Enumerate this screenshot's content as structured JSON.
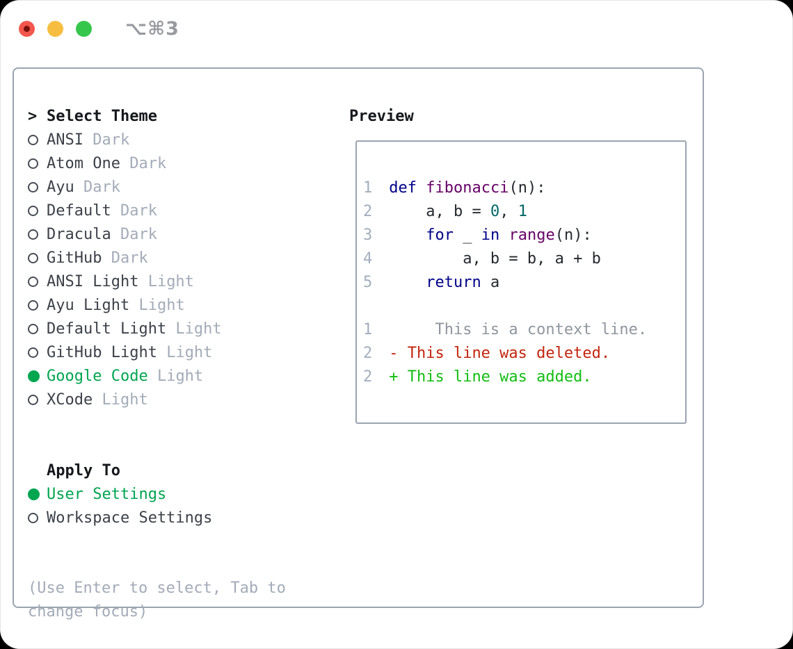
{
  "window": {
    "title": "⌥⌘3",
    "traffic_lights": [
      "close",
      "minimize",
      "zoom"
    ]
  },
  "theme_picker": {
    "prompt": ">",
    "title": "Select Theme",
    "items": [
      {
        "label": "ANSI",
        "variant": "Dark",
        "selected": false
      },
      {
        "label": "Atom One",
        "variant": "Dark",
        "selected": false
      },
      {
        "label": "Ayu",
        "variant": "Dark",
        "selected": false
      },
      {
        "label": "Default",
        "variant": "Dark",
        "selected": false
      },
      {
        "label": "Dracula",
        "variant": "Dark",
        "selected": false
      },
      {
        "label": "GitHub",
        "variant": "Dark",
        "selected": false
      },
      {
        "label": "ANSI Light",
        "variant": "Light",
        "selected": false
      },
      {
        "label": "Ayu Light",
        "variant": "Light",
        "selected": false
      },
      {
        "label": "Default Light",
        "variant": "Light",
        "selected": false
      },
      {
        "label": "GitHub Light",
        "variant": "Light",
        "selected": false
      },
      {
        "label": "Google Code",
        "variant": "Light",
        "selected": true
      },
      {
        "label": "XCode",
        "variant": "Light",
        "selected": false
      }
    ],
    "apply_to": {
      "title": "Apply To",
      "options": [
        {
          "label": "User Settings",
          "selected": true
        },
        {
          "label": "Workspace Settings",
          "selected": false
        }
      ]
    },
    "hint": "(Use Enter to select, Tab to change focus)"
  },
  "preview": {
    "title": "Preview",
    "code_lines": [
      {
        "num": "1",
        "tokens": [
          {
            "t": "def",
            "c": "keyword"
          },
          {
            "t": " ",
            "c": "plain"
          },
          {
            "t": "fibonacci",
            "c": "title"
          },
          {
            "t": "(n):",
            "c": "plain"
          }
        ]
      },
      {
        "num": "2",
        "tokens": [
          {
            "t": "    a, b = ",
            "c": "plain"
          },
          {
            "t": "0",
            "c": "number"
          },
          {
            "t": ", ",
            "c": "plain"
          },
          {
            "t": "1",
            "c": "number"
          }
        ]
      },
      {
        "num": "3",
        "tokens": [
          {
            "t": "    ",
            "c": "plain"
          },
          {
            "t": "for",
            "c": "keyword"
          },
          {
            "t": " _ ",
            "c": "plain"
          },
          {
            "t": "in",
            "c": "keyword"
          },
          {
            "t": " ",
            "c": "plain"
          },
          {
            "t": "range",
            "c": "title"
          },
          {
            "t": "(n):",
            "c": "plain"
          }
        ]
      },
      {
        "num": "4",
        "tokens": [
          {
            "t": "        a, b = b, a + b",
            "c": "plain"
          }
        ]
      },
      {
        "num": "5",
        "tokens": [
          {
            "t": "    ",
            "c": "plain"
          },
          {
            "t": "return",
            "c": "keyword"
          },
          {
            "t": " a",
            "c": "plain"
          }
        ]
      }
    ],
    "diff_lines": [
      {
        "num": "1",
        "text": "     This is a context line.",
        "kind": "context"
      },
      {
        "num": "2",
        "text": "- This line was deleted.",
        "kind": "deleted"
      },
      {
        "num": "2",
        "text": "+ This line was added.",
        "kind": "added"
      }
    ]
  },
  "colors": {
    "selection_green": "#00a550",
    "diff_added": "#12bd12",
    "diff_deleted": "#c3240e",
    "diff_context": "#8f969e",
    "code_keyword": "#000088",
    "code_title": "#660066",
    "code_number": "#006666",
    "code_text": "#24292e",
    "muted_gray": "#a3abb8",
    "line_number": "#a2aebd",
    "panel_border": "#9aa4b0",
    "traffic_red": "#f3564d",
    "traffic_yellow": "#f7bd40",
    "traffic_green": "#36c64c"
  }
}
